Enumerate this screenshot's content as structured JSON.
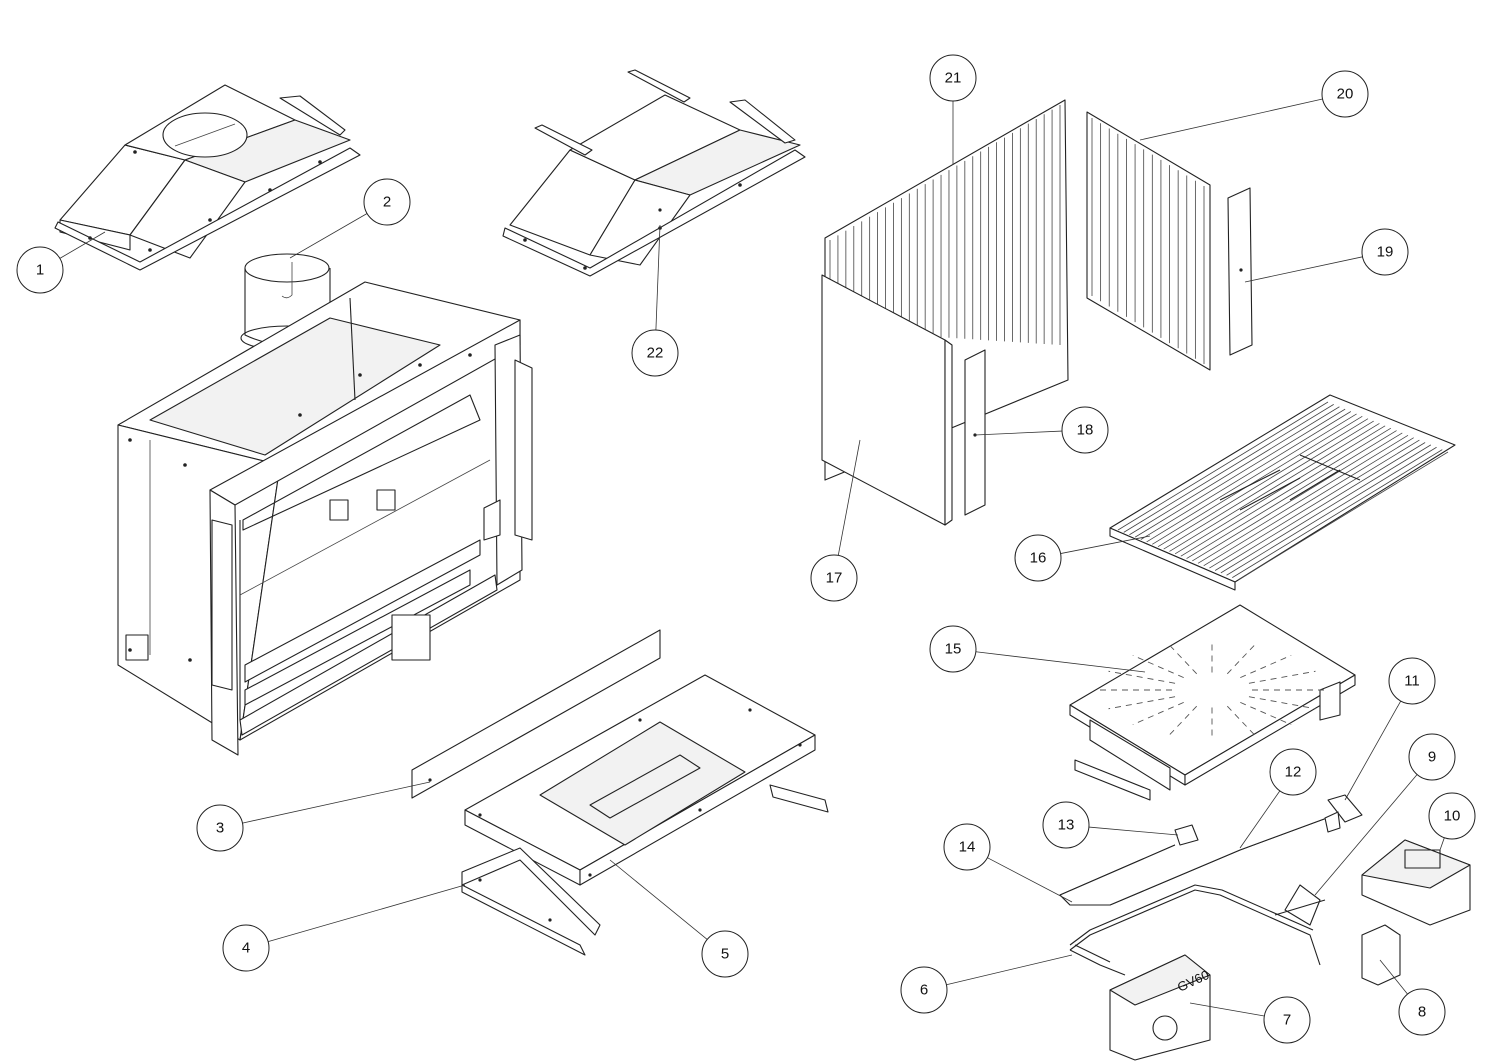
{
  "diagram": {
    "type": "exploded-parts-diagram",
    "callouts": [
      {
        "label": "1"
      },
      {
        "label": "2"
      },
      {
        "label": "3"
      },
      {
        "label": "4"
      },
      {
        "label": "5"
      },
      {
        "label": "6"
      },
      {
        "label": "7"
      },
      {
        "label": "8"
      },
      {
        "label": "9"
      },
      {
        "label": "10"
      },
      {
        "label": "11"
      },
      {
        "label": "12"
      },
      {
        "label": "13"
      },
      {
        "label": "14"
      },
      {
        "label": "15"
      },
      {
        "label": "16"
      },
      {
        "label": "17"
      },
      {
        "label": "18"
      },
      {
        "label": "19"
      },
      {
        "label": "20"
      },
      {
        "label": "21"
      },
      {
        "label": "22"
      }
    ],
    "valve_marking": "GV60"
  }
}
